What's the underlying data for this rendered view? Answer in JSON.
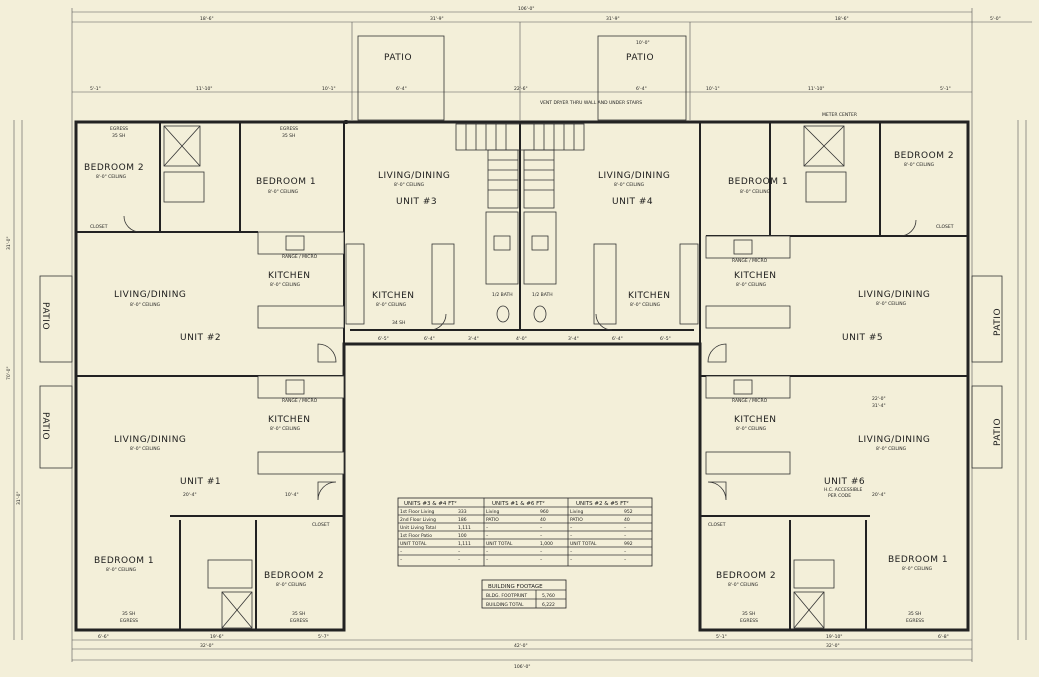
{
  "rooms": {
    "unit3": {
      "living": "LIVING/DINING",
      "living_ceiling": "8'-0\" CEILING",
      "unit": "UNIT #3",
      "kitchen": "KITCHEN",
      "kitchen_ceiling": "8'-0\" CEILING",
      "bath": "1/2 BATH",
      "sqft": "34 SH"
    },
    "unit4": {
      "living": "LIVING/DINING",
      "living_ceiling": "8'-0\" CEILING",
      "unit": "UNIT #4",
      "kitchen": "KITCHEN",
      "kitchen_ceiling": "8'-0\" CEILING",
      "bath": "1/2 BATH"
    },
    "unit2": {
      "bedroom2": "BEDROOM 2",
      "bedroom2_ceiling": "8'-0\" CEILING",
      "bedroom1": "BEDROOM 1",
      "bedroom1_ceiling": "8'-0\" CEILING",
      "living": "LIVING/DINING",
      "living_ceiling": "8'-0\" CEILING",
      "kitchen": "KITCHEN",
      "kitchen_ceiling": "8'-0\" CEILING",
      "unit": "UNIT #2",
      "closet": "CLOSET",
      "range": "RANGE / MICRO",
      "egress": "EGRESS",
      "sqft": "35 SH"
    },
    "unit5": {
      "bedroom1": "BEDROOM 1",
      "bedroom1_ceiling": "8'-0\" CEILING",
      "bedroom2": "BEDROOM 2",
      "bedroom2_ceiling": "8'-0\" CEILING",
      "living": "LIVING/DINING",
      "living_ceiling": "8'-0\" CEILING",
      "kitchen": "KITCHEN",
      "kitchen_ceiling": "8'-0\" CEILING",
      "unit": "UNIT #5",
      "closet": "CLOSET",
      "range": "RANGE / MICRO",
      "meter": "METER CENTER"
    },
    "unit1": {
      "living": "LIVING/DINING",
      "living_ceiling": "8'-0\" CEILING",
      "kitchen": "KITCHEN",
      "kitchen_ceiling": "8'-0\" CEILING",
      "unit": "UNIT #1",
      "bedroom1": "BEDROOM 1",
      "bedroom1_ceiling": "8'-0\" CEILING",
      "bedroom2": "BEDROOM 2",
      "bedroom2_ceiling": "8'-0\" CEILING",
      "closet": "CLOSET",
      "range": "RANGE / MICRO",
      "egress": "EGRESS",
      "sqft": "35 SH"
    },
    "unit6": {
      "living": "LIVING/DINING",
      "living_ceiling": "8'-0\" CEILING",
      "kitchen": "KITCHEN",
      "kitchen_ceiling": "8'-0\" CEILING",
      "unit": "UNIT #6",
      "ha": "H.C. ACCESSIBLE",
      "ha2": "PER CODE",
      "bedroom1": "BEDROOM 1",
      "bedroom1_ceiling": "8'-0\" CEILING",
      "bedroom2": "BEDROOM 2",
      "bedroom2_ceiling": "8'-0\" CEILING",
      "closet": "CLOSET",
      "range": "RANGE / MICRO",
      "egress": "EGRESS",
      "sqft": "35 SH"
    },
    "patio": "PATIO",
    "vent_note": "VENT DRYER THRU WALL AND UNDER STAIRS"
  },
  "dims": {
    "top_total": "106'-0\"",
    "top_a": "18'-6\"",
    "top_b": "31'-9\"",
    "top_c": "31'-9\"",
    "top_d": "18'-6\"",
    "top_e": "5'-0\"",
    "top_f": "5'-1\"",
    "top_g": "11'-10\"",
    "top_h": "10'-1\"",
    "top_i": "6'-4\"",
    "top_j": "22'-6\"",
    "top_k": "6'-4\"",
    "top_l": "10'-1\"",
    "top_m": "11'-10\"",
    "top_n": "5'-1\"",
    "patio_w": "10'-0\"",
    "left_a": "31'-0\"",
    "left_b": "70'-0\"",
    "left_c": "31'-0\"",
    "bot_total": "106'-0\"",
    "bot_a": "32'-0\"",
    "bot_b": "32'-0\"",
    "bot_c": "42'-0\"",
    "bot_d": "6'-6\"",
    "bot_e": "19'-6\"",
    "bot_f": "5'-7\"",
    "bot_g": "5'-1\"",
    "bot_h": "19'-10\"",
    "bot_i": "6'-8\"",
    "mid_a": "6'-5\"",
    "mid_b": "6'-4\"",
    "mid_c": "3'-4\"",
    "mid_d": "4'-0\"",
    "mid_e": "3'-4\"",
    "mid_f": "6'-4\"",
    "mid_g": "6'-5\"",
    "u2_w": "20'-4\"",
    "u5_w": "22'-0\"",
    "u5_w2": "31'-4\"",
    "u6_w": "20'-4\"",
    "u1_w": "10'-4\""
  },
  "table": {
    "headers": [
      "UNITS #3 & #4 FT²",
      "UNITS #1 & #6 FT²",
      "UNITS #2 & #5 FT²"
    ],
    "rows": [
      [
        "1st Floor Living",
        "333",
        "Living",
        "960",
        "Living",
        "952"
      ],
      [
        "2nd Floor Living",
        "186",
        "PATIO",
        "40",
        "PATIO",
        "40"
      ],
      [
        "Unit Living Total",
        "1,111",
        "–",
        "–",
        "–",
        "–"
      ],
      [
        "1st Floor Patio",
        "100",
        "–",
        "–",
        "–",
        "–"
      ],
      [
        "UNIT TOTAL",
        "1,111",
        "UNIT TOTAL",
        "1,000",
        "UNIT TOTAL",
        "992"
      ],
      [
        "–",
        "–",
        "–",
        "–",
        "–",
        "–"
      ],
      [
        "–",
        "–",
        "–",
        "–",
        "–",
        "–"
      ]
    ]
  },
  "footage": {
    "title": "BUILDING FOOTAGE",
    "rows": [
      [
        "BLDG. FOOTPRINT",
        "5,760"
      ],
      [
        "BUILDING TOTAL",
        "6,222"
      ]
    ]
  }
}
